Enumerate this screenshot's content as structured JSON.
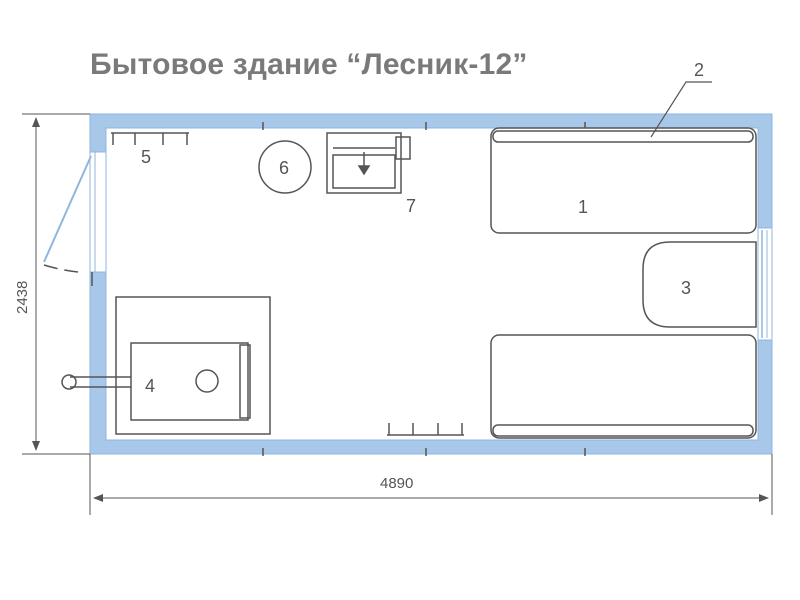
{
  "title": "Бытовое здание “Лесник-12”",
  "dimensions": {
    "width": "4890",
    "height": "2438"
  },
  "labels": {
    "bed_upper": "1",
    "shelf": "2",
    "table": "3",
    "stove": "4",
    "hanger": "5",
    "water_tank": "6",
    "sink": "7"
  },
  "colors": {
    "wall": "#a7c8e8",
    "wall_edge": "#8fb6df",
    "line": "#555555",
    "title": "#7a7a7a"
  }
}
